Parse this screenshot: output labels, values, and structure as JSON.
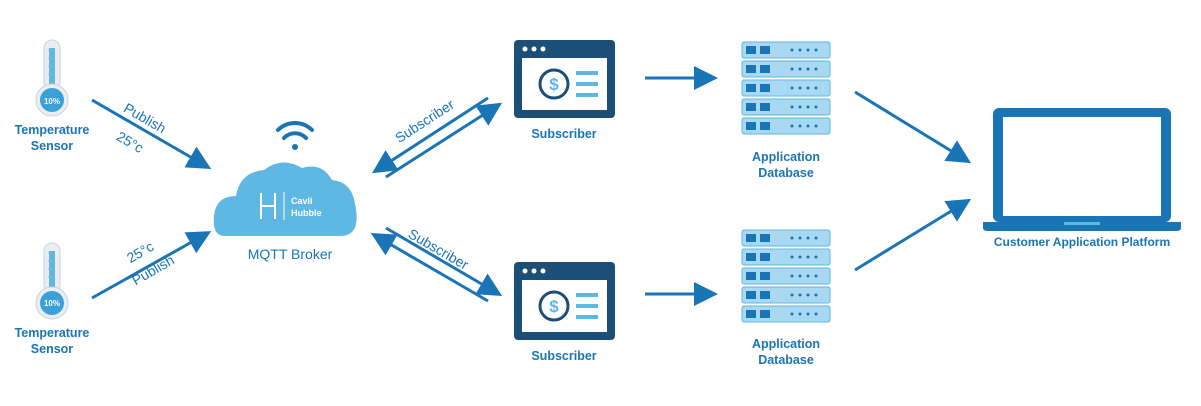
{
  "sensors": [
    {
      "reading": "10%",
      "label_line1": "Temperature",
      "label_line2": "Sensor"
    },
    {
      "reading": "10%",
      "label_line1": "Temperature",
      "label_line2": "Sensor"
    }
  ],
  "broker": {
    "label": "MQTT Broker",
    "logo_line1": "Cavli",
    "logo_line2": "Hubble"
  },
  "publish_edges": [
    {
      "action": "Publish",
      "value": "25°c"
    },
    {
      "action": "Publish",
      "value": "25°c"
    }
  ],
  "subscriber_edges": [
    {
      "label": "Subscriber"
    },
    {
      "label": "Subscriber"
    }
  ],
  "subscribers": [
    {
      "label": "Subscriber",
      "icon": "dollar-sync-window-icon"
    },
    {
      "label": "Subscriber",
      "icon": "dollar-sync-window-icon"
    }
  ],
  "databases": [
    {
      "label_line1": "Application",
      "label_line2": "Database",
      "icon": "server-rack-icon"
    },
    {
      "label_line1": "Application",
      "label_line2": "Database",
      "icon": "server-rack-icon"
    }
  ],
  "platform": {
    "label": "Customer Application Platform",
    "icon": "laptop-icon"
  },
  "colors": {
    "primary": "#1a75b7",
    "light": "#5fb7e3",
    "dark": "#1b4f78",
    "pale": "#a9d8f2"
  }
}
